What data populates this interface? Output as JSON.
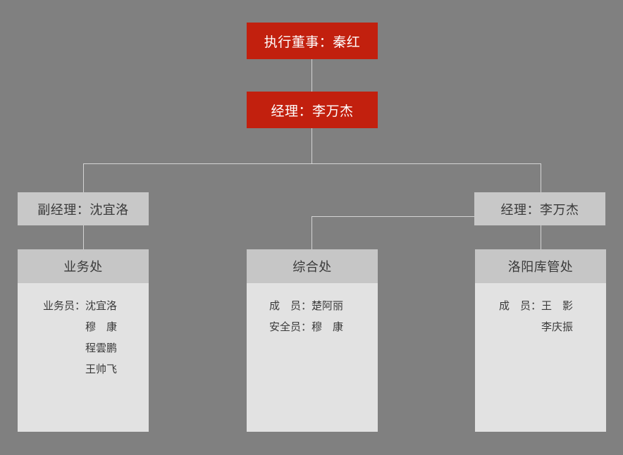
{
  "colors": {
    "background": "#808080",
    "accent_red": "#c2200e",
    "node_gray": "#c8c8c8",
    "panel_header": "#c6c6c6",
    "panel_body": "#e2e2e2",
    "line": "#d4d4d4",
    "text_dark": "#3a3a3a",
    "text_light": "#ffffff"
  },
  "org": {
    "executive": {
      "label": "执行董事：秦红"
    },
    "manager": {
      "label": "经理：李万杰"
    },
    "branches": [
      {
        "label": "副经理：沈宜洛"
      },
      {
        "label": "经理：李万杰"
      }
    ],
    "departments": [
      {
        "title": "业务处",
        "members": [
          {
            "role": "业务员：",
            "name": "沈宜洛"
          },
          {
            "role": "　　　　",
            "name": "穆　康"
          },
          {
            "role": "　　　　",
            "name": "程雲鹏"
          },
          {
            "role": "　　　　",
            "name": "王帅飞"
          }
        ]
      },
      {
        "title": "综合处",
        "members": [
          {
            "role": "成　员：",
            "name": "楚阿丽"
          },
          {
            "role": "安全员：",
            "name": "穆　康"
          }
        ]
      },
      {
        "title": "洛阳库管处",
        "members": [
          {
            "role": "成　员：",
            "name": "王　影"
          },
          {
            "role": "　　　　",
            "name": "李庆振"
          }
        ]
      }
    ]
  }
}
